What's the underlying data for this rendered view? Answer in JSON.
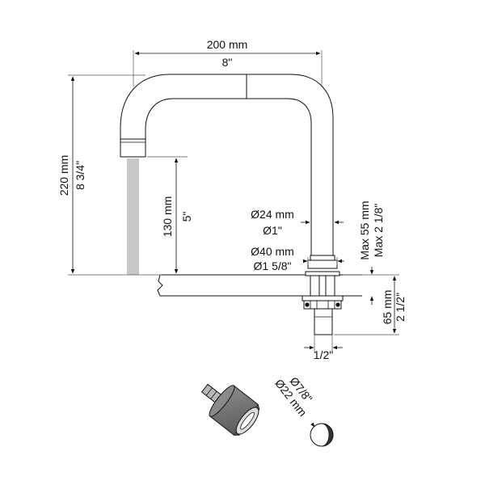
{
  "dimensions": {
    "width_mm": "200 mm",
    "width_in": "8\"",
    "height_mm": "220 mm",
    "height_in": "8 3/4\"",
    "spout_mm": "130 mm",
    "spout_in": "5\"",
    "tube_dia_mm": "Ø24 mm",
    "tube_dia_in": "Ø1\"",
    "base_dia_mm": "Ø40 mm",
    "base_dia_in": "Ø1 5/8\"",
    "max_deck_mm": "Max 55 mm",
    "max_deck_in": "Max 2 1/8\"",
    "shank_len_mm": "65 mm",
    "shank_len_in": "2 1/2\"",
    "thread_in": "1/2\"",
    "hole_mm": "Ø22 mm",
    "hole_in": "Ø7/8\""
  },
  "colors": {
    "line": "#111111",
    "water": "#c8c8c8",
    "saw": "#707070"
  }
}
